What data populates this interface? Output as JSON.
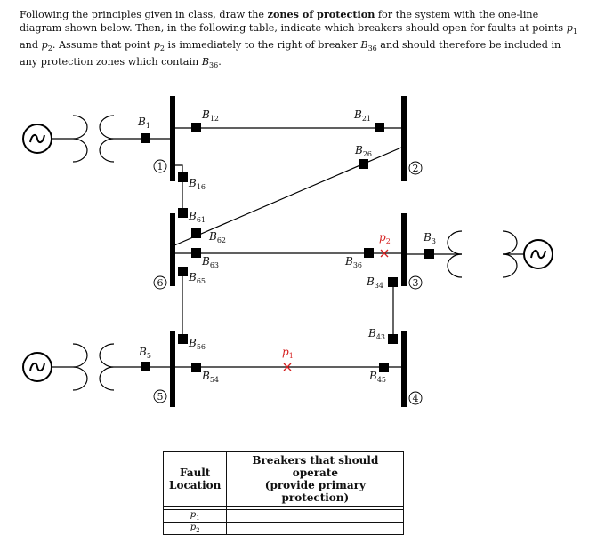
{
  "intro": {
    "t1": "Following the principles given in class, draw the ",
    "bold": "zones of protection",
    "t2": " for the system with the one-line diagram shown below. Then, in the following table, indicate which breakers should open for faults at points ",
    "p1": "p",
    "p1s": "1",
    "and": " and ",
    "p2": "p",
    "p2s": "2",
    "t3": ". Assume that point ",
    "p2b": "p",
    "p2bs": "2",
    "t4": " is immediately to the right of breaker ",
    "b36": "B",
    "b36s": "36",
    "t5": " and should therefore be included in any protection zones which contain ",
    "b36b": "B",
    "b36bs": "36",
    "t6": "."
  },
  "diagram": {
    "buses": [
      "1",
      "2",
      "3",
      "4",
      "5",
      "6"
    ],
    "breakers": {
      "b1": {
        "m": "B",
        "s": "1"
      },
      "b12": {
        "m": "B",
        "s": "12"
      },
      "b21": {
        "m": "B",
        "s": "21"
      },
      "b26": {
        "m": "B",
        "s": "26"
      },
      "b16": {
        "m": "B",
        "s": "16"
      },
      "b61": {
        "m": "B",
        "s": "61"
      },
      "b62": {
        "m": "B",
        "s": "62"
      },
      "b63": {
        "m": "B",
        "s": "63"
      },
      "b65": {
        "m": "B",
        "s": "65"
      },
      "b36": {
        "m": "B",
        "s": "36"
      },
      "b3": {
        "m": "B",
        "s": "3"
      },
      "b34": {
        "m": "B",
        "s": "34"
      },
      "b43": {
        "m": "B",
        "s": "43"
      },
      "b56": {
        "m": "B",
        "s": "56"
      },
      "b5": {
        "m": "B",
        "s": "5"
      },
      "b54": {
        "m": "B",
        "s": "54"
      },
      "b45": {
        "m": "B",
        "s": "45"
      }
    },
    "faults": {
      "p1": {
        "m": "p",
        "s": "1"
      },
      "p2": {
        "m": "p",
        "s": "2"
      }
    },
    "fault_color": "#d62020"
  },
  "table": {
    "col1_l1": "Fault",
    "col1_l2": "Location",
    "col2_l1": "Breakers that should operate",
    "col2_l2": "(provide primary protection)",
    "rows": [
      {
        "loc_m": "p",
        "loc_s": "1",
        "value": ""
      },
      {
        "loc_m": "p",
        "loc_s": "2",
        "value": ""
      }
    ]
  }
}
